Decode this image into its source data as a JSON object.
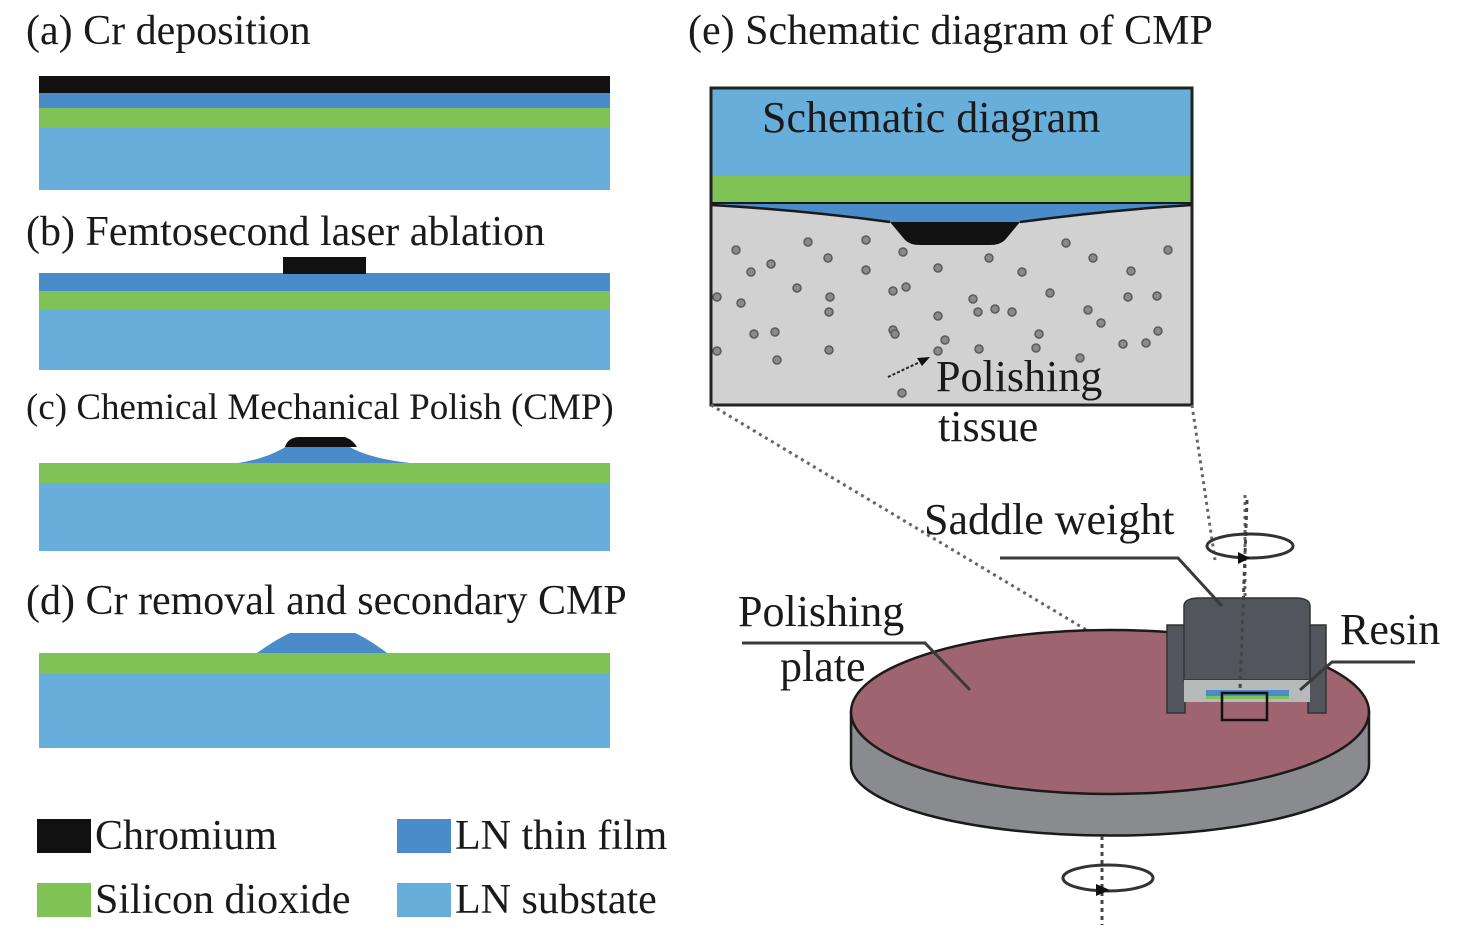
{
  "colors": {
    "chromium": "#111111",
    "ln_thin_film": "#4a8bc9",
    "silicon_dioxide": "#7fc255",
    "ln_substrate": "#67aedb",
    "polishing_tissue": "#d1d1d1",
    "polishing_plate_top": "#9e6470",
    "polishing_plate_side": "#8a8b8f",
    "saddle_weight": "#52555b",
    "resin": "#b8b9bb"
  },
  "steps": [
    {
      "id": "a",
      "title": "(a) Cr deposition"
    },
    {
      "id": "b",
      "title": "(b) Femtosecond laser ablation"
    },
    {
      "id": "c",
      "title": "(c) Chemical Mechanical Polish (CMP)"
    },
    {
      "id": "d",
      "title": "(d) Cr removal and secondary CMP"
    }
  ],
  "legend": [
    {
      "key": "chromium",
      "label": "Chromium"
    },
    {
      "key": "ln_thin_film",
      "label": "LN thin film"
    },
    {
      "key": "silicon_dioxide",
      "label": "Silicon dioxide"
    },
    {
      "key": "ln_substrate",
      "label": "LN substate"
    }
  ],
  "schematic": {
    "title": "(e) Schematic diagram of CMP",
    "inset_title": "Schematic diagram",
    "labels": {
      "polishing_tissue_line1": "Polishing",
      "polishing_tissue_line2": "tissue",
      "saddle_weight": "Saddle weight",
      "polishing_plate_line1": "Polishing",
      "polishing_plate_line2": "plate",
      "resin": "Resin"
    }
  }
}
